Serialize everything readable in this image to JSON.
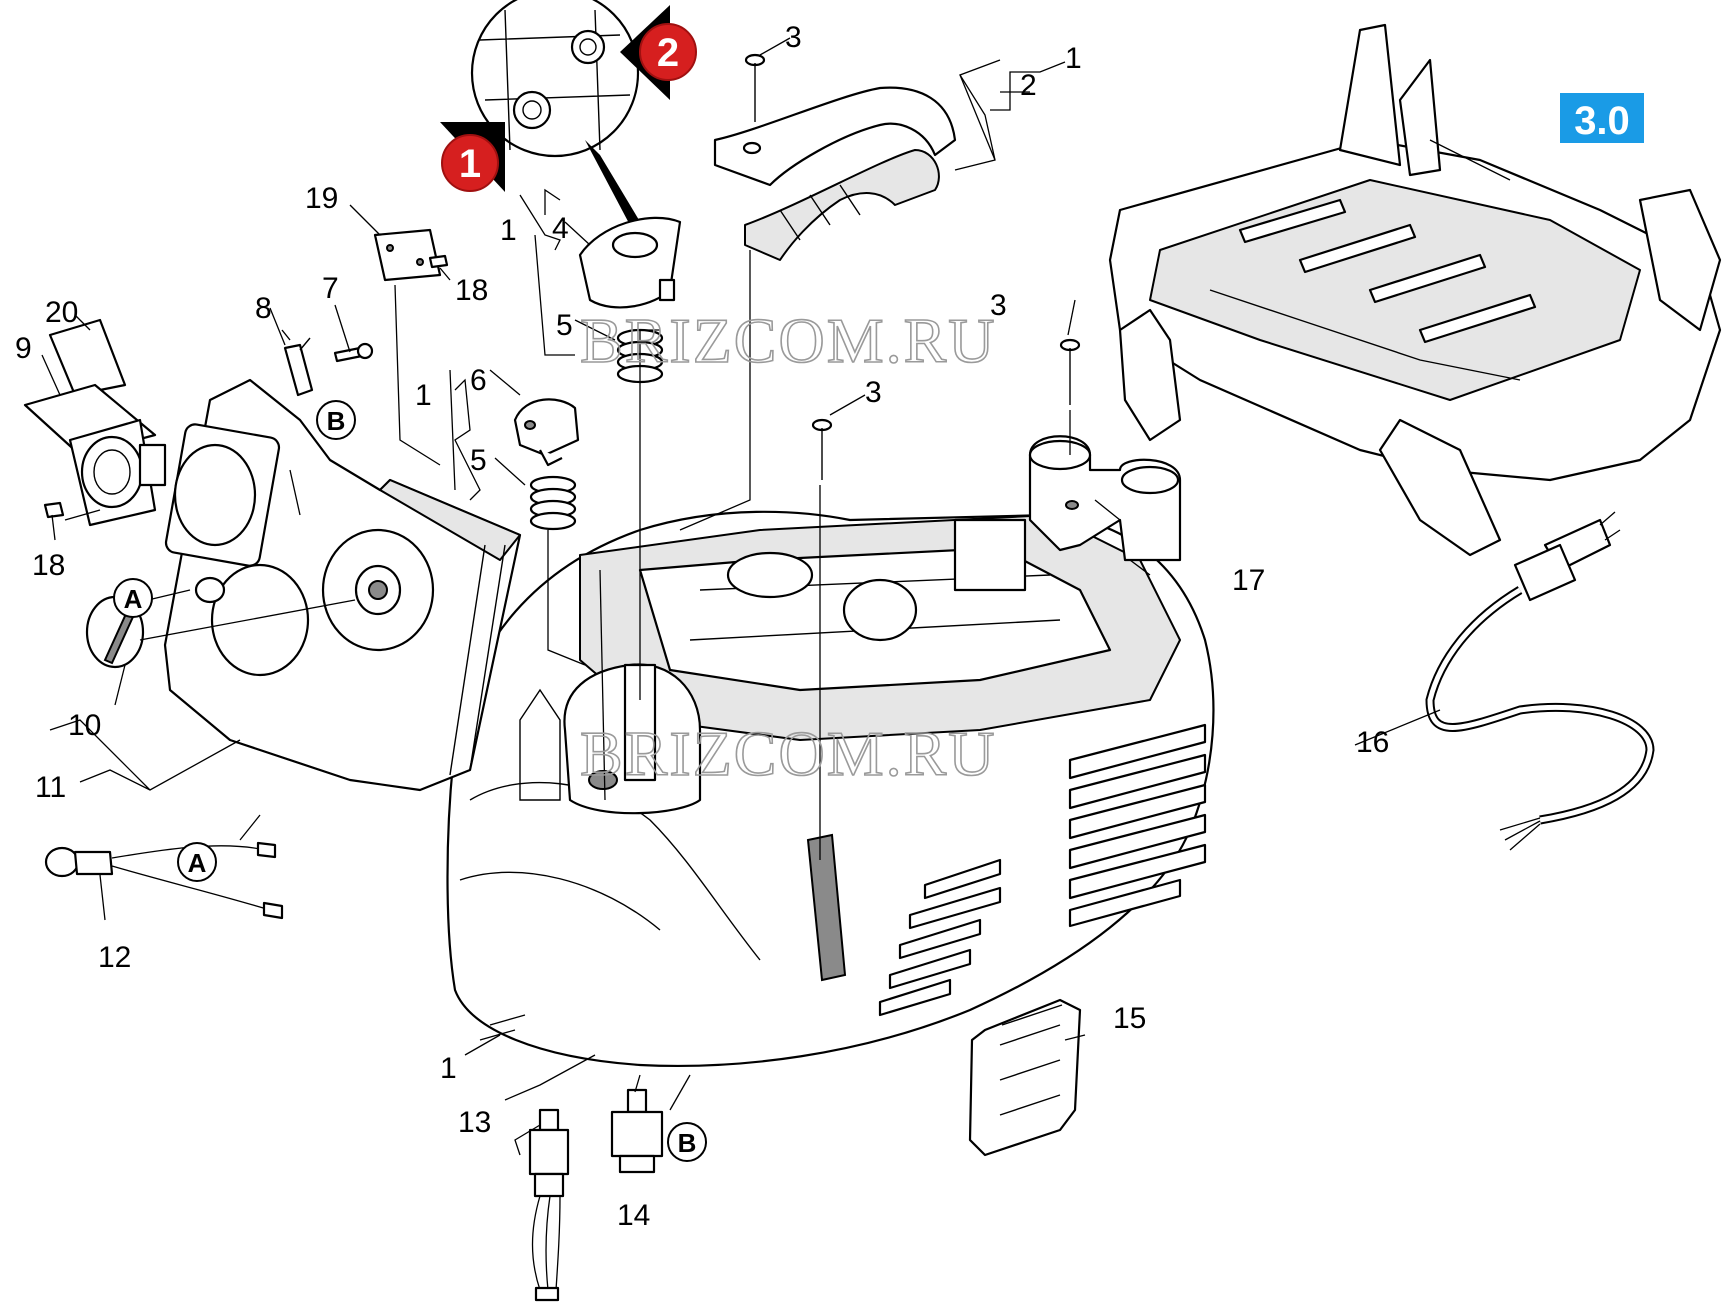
{
  "labels": {
    "l1_top": "1",
    "l2_top": "2",
    "l3_top": "3",
    "l19": "19",
    "l18_top": "18",
    "l1_a": "1",
    "l4": "4",
    "l5_a": "5",
    "l1_b": "1",
    "l6": "6",
    "l5_b": "5",
    "l3_mid": "3",
    "l3_right": "3",
    "l20": "20",
    "l9": "9",
    "l8": "8",
    "l7": "7",
    "l18_left": "18",
    "l10": "10",
    "l11": "11",
    "l12": "12",
    "l13": "13",
    "l14": "14",
    "l1_bottom": "1",
    "l15": "15",
    "l16": "16",
    "l17": "17"
  },
  "circled_refs": {
    "a_upper": "A",
    "a_lower": "A",
    "b_upper": "B",
    "b_lower": "B"
  },
  "markers": {
    "m1": "1",
    "m2": "2"
  },
  "badge": {
    "text": "3.0",
    "color": "#1a9be6"
  },
  "watermark": {
    "text": "BRIZCOM.RU"
  },
  "colors": {
    "marker_red": "#d61f1f",
    "line": "#000000"
  }
}
